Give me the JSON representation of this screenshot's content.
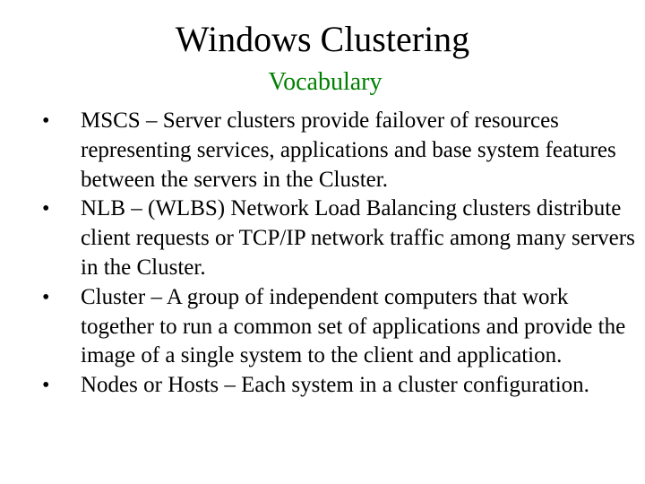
{
  "slide": {
    "title": "Windows Clustering",
    "subtitle": "Vocabulary",
    "subtitle_color": "#008000",
    "bullet_glyph": "•",
    "bullets": [
      {
        "text": "MSCS – Server clusters provide failover of resources representing services, applications and base system features between the servers in the Cluster."
      },
      {
        "text": "NLB – (WLBS) Network Load Balancing clusters distribute client requests or TCP/IP network traffic among many servers in the Cluster."
      },
      {
        "text": "Cluster – A group of independent computers that work together to run a common set of applications and provide the image of a single system to the client and application."
      },
      {
        "text": "Nodes or Hosts – Each system in a cluster configuration."
      }
    ]
  }
}
